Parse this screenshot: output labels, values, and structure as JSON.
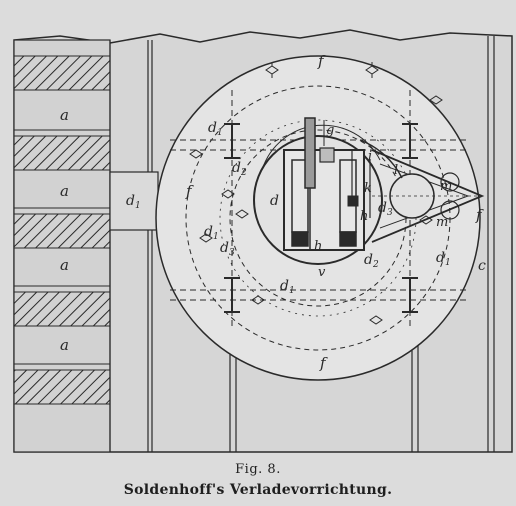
{
  "figure": {
    "number_label": "Fig. 8.",
    "caption": "Soldenhoff's Verladevorrichtung."
  },
  "labels": {
    "a": "a",
    "c": "c",
    "d": "d",
    "d1": "d",
    "sub1": "1",
    "d2": "d",
    "sub2": "2",
    "d3": "d",
    "sub3": "3",
    "f": "f",
    "g": "g",
    "h": "h",
    "i": "i",
    "k": "k",
    "l": "l",
    "m": "m",
    "v": "v"
  },
  "colors": {
    "paper": "#dcdcdc",
    "ink": "#2a2a2a",
    "wall_fill": "#d2d2d2",
    "disc_fill": "#e4e4e4"
  }
}
